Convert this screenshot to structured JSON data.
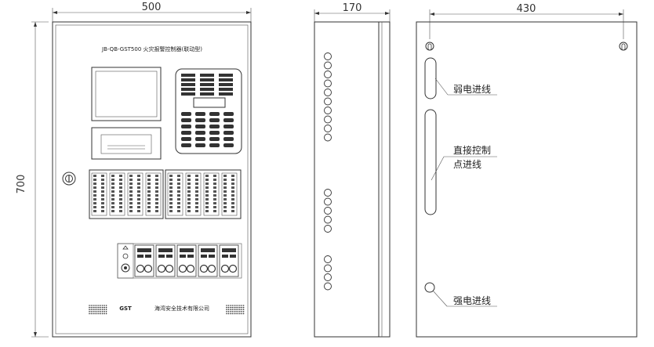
{
  "dimensions": {
    "front_width": "500",
    "front_height": "700",
    "side_depth": "170",
    "back_hole_spacing": "430"
  },
  "front_panel": {
    "title": "JB-QB-GST500 火灾报警控制器(联动型)",
    "logo": "GST",
    "company": "海湾安全技术有限公司"
  },
  "back_panel": {
    "labels": {
      "weak_current": "弱电进线",
      "direct_control_line1": "直接控制",
      "direct_control_line2": "点进线",
      "strong_current": "强电进线"
    }
  }
}
